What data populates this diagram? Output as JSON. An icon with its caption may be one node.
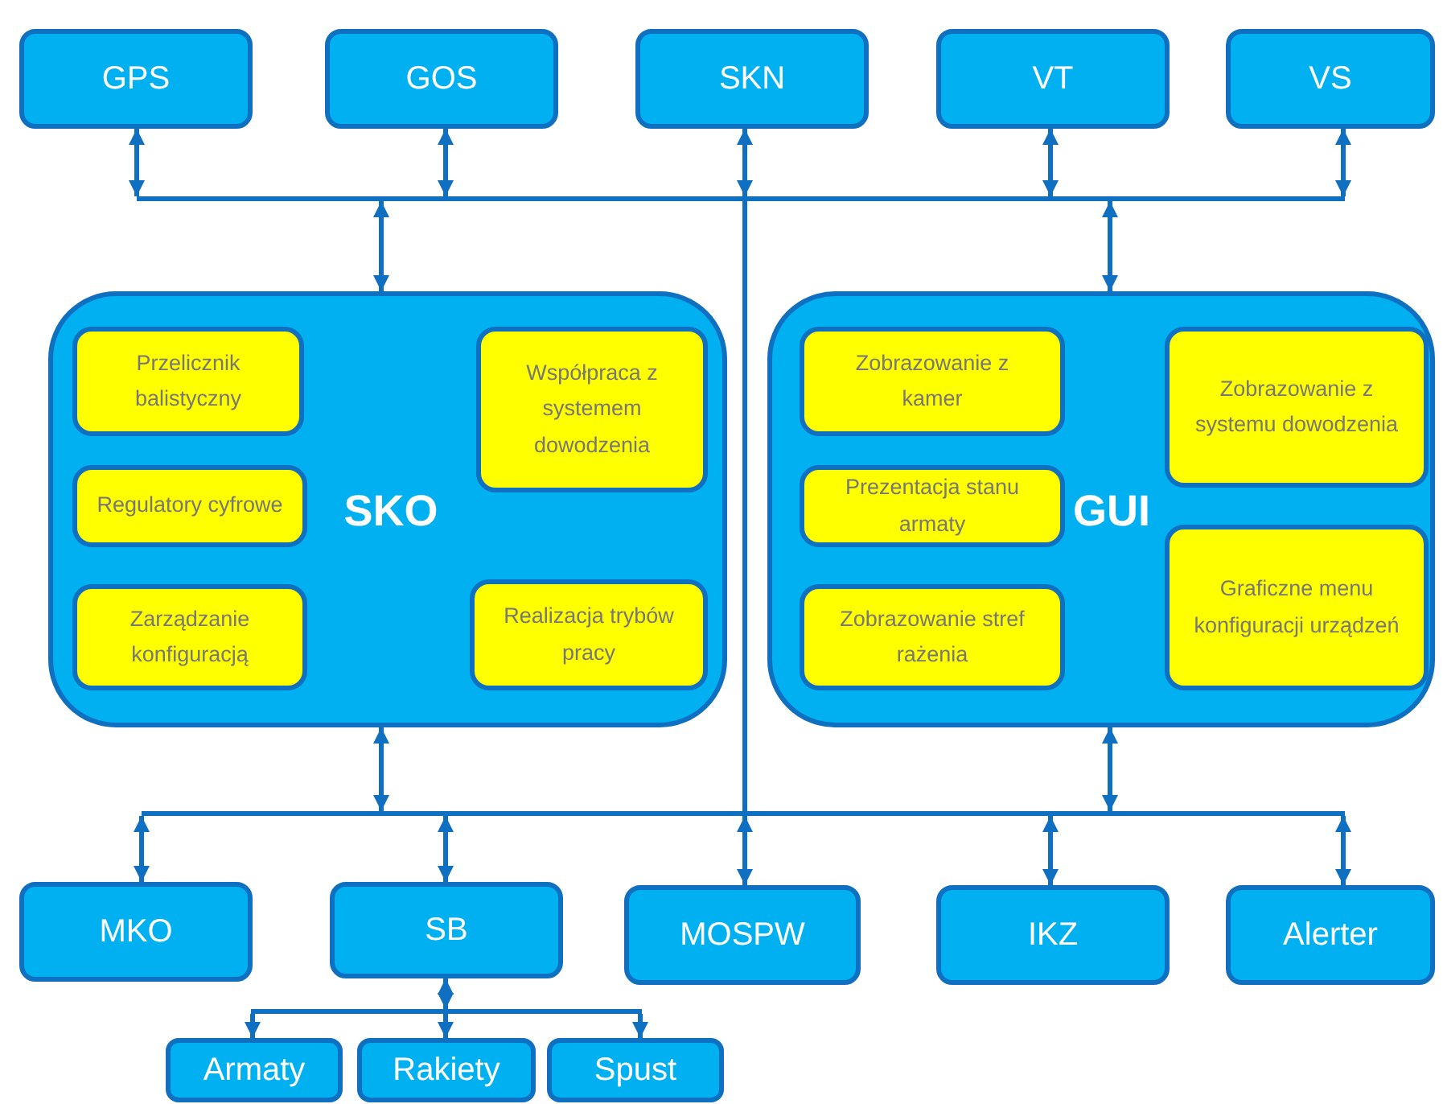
{
  "diagram": {
    "nodes": [
      {
        "text": [
          "GPS"
        ]
      },
      {
        "text": [
          "GOS"
        ]
      },
      {
        "text": [
          "SKN"
        ]
      },
      {
        "text": [
          "VT"
        ]
      },
      {
        "text": [
          "VS"
        ]
      },
      {
        "text": [],
        "shape": "bar"
      },
      {
        "text": [
          "SKO"
        ]
      },
      {
        "text": [
          "Przelicznik balistyczny"
        ],
        "in": 6
      },
      {
        "text": [
          "Regulatory cyfrowe"
        ],
        "in": 6
      },
      {
        "text": [
          "Zarządzanie konfiguracją"
        ],
        "in": 6
      },
      {
        "text": [
          "Współpraca z systemem dowodzenia"
        ],
        "in": 6
      },
      {
        "text": [
          "Realizacja trybów pracy"
        ],
        "in": 6
      },
      {
        "text": [
          "GUI"
        ]
      },
      {
        "text": [
          "Zobrazowanie z kamer"
        ],
        "in": 12
      },
      {
        "text": [
          "Prezentacja stanu armaty"
        ],
        "in": 12
      },
      {
        "text": [
          "Zobrazowanie stref rażenia"
        ],
        "in": 12
      },
      {
        "text": [
          "Zobrazowanie z systemu dowodzenia"
        ],
        "in": 12
      },
      {
        "text": [
          "Graficzne menu konfiguracji urządzeń"
        ],
        "in": 12
      },
      {
        "text": [],
        "shape": "bar"
      },
      {
        "text": [
          "MKO"
        ]
      },
      {
        "text": [
          "SB"
        ]
      },
      {
        "text": [
          "MOSPW"
        ]
      },
      {
        "text": [
          "IKZ"
        ]
      },
      {
        "text": [
          "Alerter"
        ]
      },
      {
        "text": [],
        "shape": "bar"
      },
      {
        "text": [
          "Armaty"
        ]
      },
      {
        "text": [
          "Rakiety"
        ]
      },
      {
        "text": [
          "Spust"
        ]
      }
    ],
    "edges": [
      {
        "from": 0,
        "to": 5,
        "arrow": "both"
      },
      {
        "from": 1,
        "to": 5,
        "arrow": "both"
      },
      {
        "from": 2,
        "to": 5,
        "arrow": "both"
      },
      {
        "from": 3,
        "to": 5,
        "arrow": "both"
      },
      {
        "from": 4,
        "to": 5,
        "arrow": "both"
      },
      {
        "from": 5,
        "to": 6,
        "arrow": "both"
      },
      {
        "from": 5,
        "to": 12,
        "arrow": "both"
      },
      {
        "from": 5,
        "to": 18,
        "arrow": "none"
      },
      {
        "from": 6,
        "to": 18,
        "arrow": "both"
      },
      {
        "from": 12,
        "to": 18,
        "arrow": "both"
      },
      {
        "from": 18,
        "to": 19,
        "arrow": "both"
      },
      {
        "from": 18,
        "to": 20,
        "arrow": "both"
      },
      {
        "from": 18,
        "to": 21,
        "arrow": "both"
      },
      {
        "from": 18,
        "to": 22,
        "arrow": "both"
      },
      {
        "from": 18,
        "to": 23,
        "arrow": "both"
      },
      {
        "from": 20,
        "to": 24,
        "arrow": "both"
      },
      {
        "from": 24,
        "to": 25,
        "arrow": "to"
      },
      {
        "from": 24,
        "to": 26,
        "arrow": "to"
      },
      {
        "from": 24,
        "to": 27,
        "arrow": "to"
      }
    ]
  }
}
